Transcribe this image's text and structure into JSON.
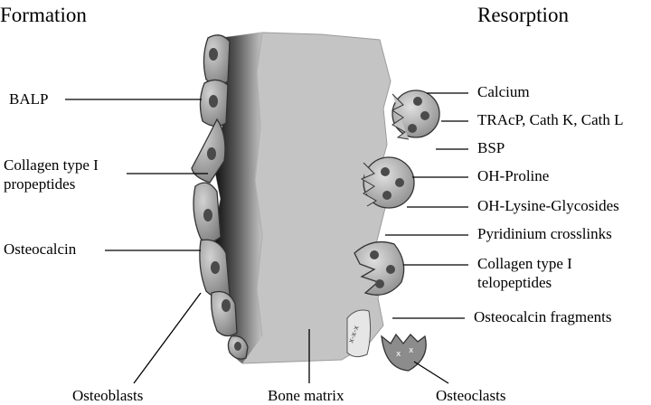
{
  "headings": {
    "formation": "Formation",
    "resorption": "Resorption"
  },
  "formation_markers": {
    "balp": "BALP",
    "collagen_propeptides_line1": "Collagen type I",
    "collagen_propeptides_line2": "propeptides",
    "osteocalcin": "Osteocalcin"
  },
  "resorption_markers": {
    "calcium": "Calcium",
    "enzymes": "TRAcP, Cath K, Cath L",
    "bsp": "BSP",
    "oh_proline": "OH-Proline",
    "oh_lysine": "OH-Lysine-Glycosides",
    "pyridinium": "Pyridinium crosslinks",
    "telopeptides_line1": "Collagen type I",
    "telopeptides_line2": "telopeptides",
    "osteocalcin_fragments": "Osteocalcin fragments"
  },
  "cell_labels": {
    "osteoblasts": "Osteoblasts",
    "bone_matrix": "Bone matrix",
    "osteoclasts": "Osteoclasts"
  },
  "colors": {
    "bone_matrix": "#c4c4c4",
    "osteoblast_cell": "#9a9a9a",
    "osteoclast_cell": "#a8a8a8",
    "nucleus": "#4a4a4a",
    "text": "#000000"
  }
}
